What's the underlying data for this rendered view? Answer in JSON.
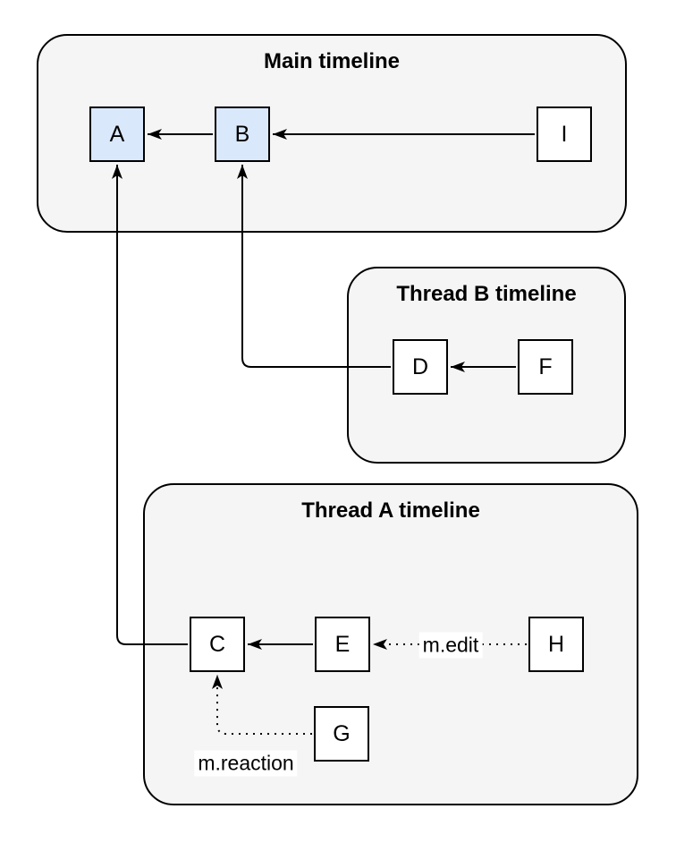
{
  "diagram": {
    "containers": {
      "main": {
        "title": "Main timeline"
      },
      "thread_b": {
        "title": "Thread B timeline"
      },
      "thread_a": {
        "title": "Thread A timeline"
      }
    },
    "nodes": {
      "a": {
        "label": "A"
      },
      "b": {
        "label": "B"
      },
      "i": {
        "label": "I"
      },
      "d": {
        "label": "D"
      },
      "f": {
        "label": "F"
      },
      "c": {
        "label": "C"
      },
      "e": {
        "label": "E"
      },
      "h": {
        "label": "H"
      },
      "g": {
        "label": "G"
      }
    },
    "edge_labels": {
      "edit": "m.edit",
      "reaction": "m.reaction"
    },
    "colors": {
      "highlighted_node_fill": "#dae8fc",
      "node_fill": "#ffffff",
      "container_fill": "#f5f5f5",
      "stroke": "#000000",
      "background": "#ffffff"
    }
  }
}
